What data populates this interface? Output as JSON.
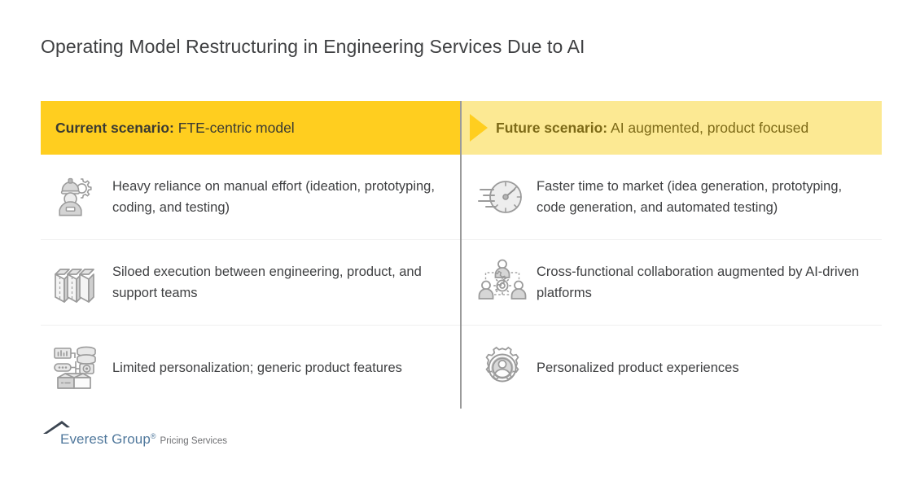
{
  "page": {
    "title": "Operating Model Restructuring in Engineering Services Due to AI",
    "background": "#ffffff",
    "text_color": "#3f4042"
  },
  "colors": {
    "header_left_bg": "#FFCE1F",
    "header_right_bg": "#FCE993",
    "header_left_text": "#3a3a32",
    "header_right_text": "#7d6a17",
    "divider": "#9a9a9a",
    "row_separator": "#efefef",
    "icon_grey": "#8c8c8c",
    "logo_blue": "#50789c",
    "logo_grey": "#6d6e71"
  },
  "comparison": {
    "columns": [
      {
        "id": "current",
        "header_label": "Current scenario:",
        "header_value": "FTE-centric model",
        "has_arrow": false,
        "items": [
          {
            "icon": "engineer-gear-icon",
            "text": "Heavy reliance on manual effort (ideation, prototyping, coding, and testing)"
          },
          {
            "icon": "silos-icon",
            "text": "Siloed execution between engineering, product, and support teams"
          },
          {
            "icon": "generic-product-box-icon",
            "text": "Limited personalization; generic product features"
          }
        ]
      },
      {
        "id": "future",
        "header_label": "Future scenario:",
        "header_value": "AI augmented, product focused",
        "has_arrow": true,
        "items": [
          {
            "icon": "speedometer-icon",
            "text": "Faster time to market (idea generation, prototyping, code generation, and automated testing)"
          },
          {
            "icon": "collaboration-gear-icon",
            "text": "Cross-functional collaboration augmented by AI-driven platforms"
          },
          {
            "icon": "personalized-gear-user-icon",
            "text": "Personalized product experiences"
          }
        ]
      }
    ]
  },
  "footer": {
    "logo_mark": "mountain-peak-icon",
    "brand": "Everest Group",
    "registered": "®",
    "tagline": "Pricing Services"
  }
}
